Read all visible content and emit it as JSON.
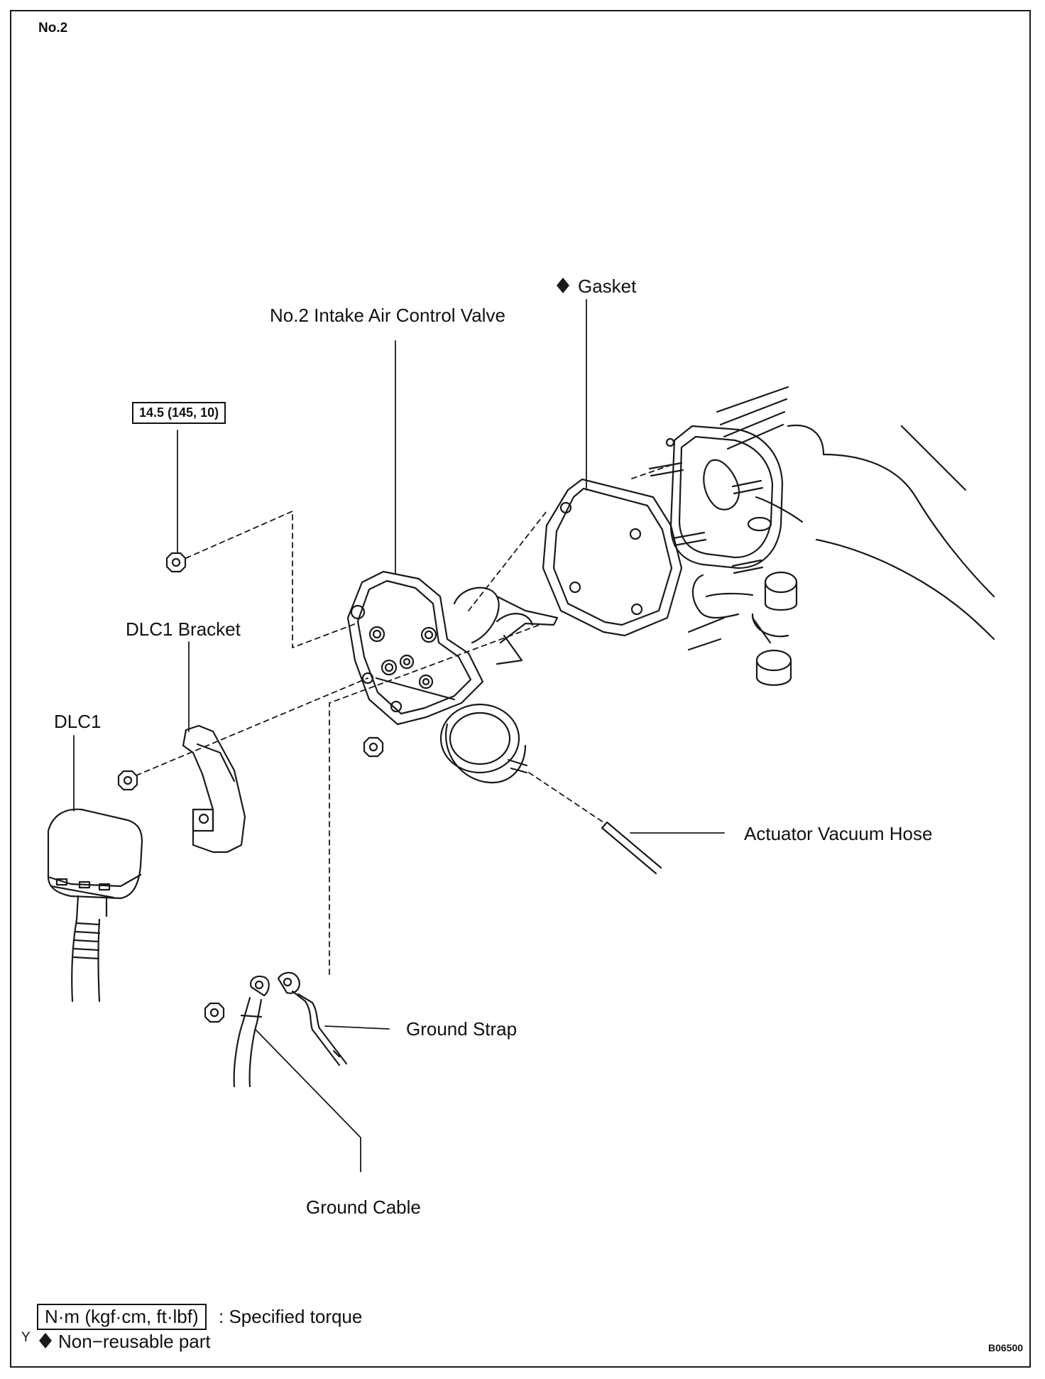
{
  "header": {
    "page_label": "No.2"
  },
  "torque_spec": {
    "value": "14.5 (145, 10)"
  },
  "labels": {
    "gasket": "Gasket",
    "intake_valve": "No.2 Intake Air Control Valve",
    "dlc1_bracket": "DLC1 Bracket",
    "dlc1": "DLC1",
    "actuator_hose": "Actuator Vacuum Hose",
    "ground_strap": "Ground Strap",
    "ground_cable": "Ground Cable"
  },
  "legend": {
    "torque_unit": "N·m (kgf·cm, ft·lbf)",
    "torque_desc": ": Specified torque",
    "nonreusable_desc": "Non−reusable part",
    "nonreusable_symbol": "◆",
    "corner_mark": "Y"
  },
  "footer": {
    "figure_code": "B06500"
  }
}
